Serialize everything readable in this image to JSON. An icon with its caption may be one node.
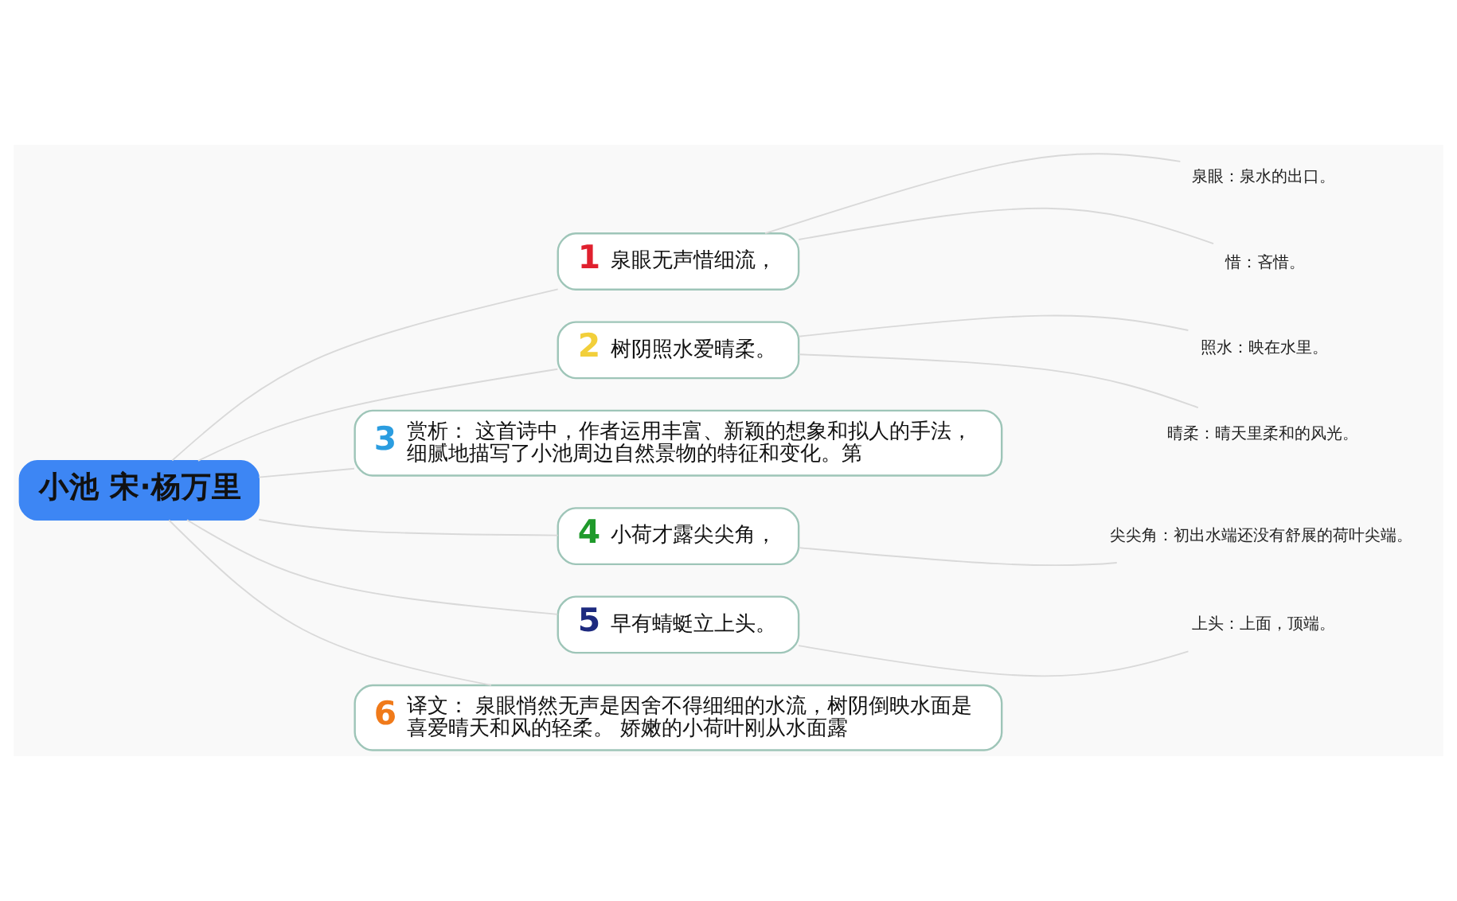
{
  "diagram": {
    "nodes": [
      {
        "text": [
          "小池 宋·杨万里"
        ]
      },
      {
        "text": [
          "1",
          "泉眼无声惜细流，"
        ]
      },
      {
        "text": [
          "泉眼：泉水的出口。"
        ]
      },
      {
        "text": [
          "惜：吝惜。"
        ]
      },
      {
        "text": [
          "2",
          "树阴照水爱晴柔。"
        ]
      },
      {
        "text": [
          "照水：映在水里。"
        ]
      },
      {
        "text": [
          "晴柔：晴天里柔和的风光。"
        ]
      },
      {
        "text": [
          "3",
          "赏析： 这首诗中，作者运用丰富、新颖的想象和拟人的手法，细腻地描写了小池周边自然景物的特征和变化。第"
        ]
      },
      {
        "text": [
          "4",
          "小荷才露尖尖角，"
        ]
      },
      {
        "text": [
          "尖尖角：初出水端还没有舒展的荷叶尖端。"
        ]
      },
      {
        "text": [
          "5",
          "早有蜻蜓立上头。"
        ]
      },
      {
        "text": [
          "上头：上面，顶端。"
        ]
      },
      {
        "text": [
          "6",
          "译文： 泉眼悄然无声是因舍不得细细的水流，树阴倒映水面是喜爱晴天和风的轻柔。 娇嫩的小荷叶刚从水面露"
        ]
      }
    ],
    "edges": [
      {
        "from": 0,
        "to": 1,
        "arrow": "none"
      },
      {
        "from": 1,
        "to": 2,
        "arrow": "none"
      },
      {
        "from": 1,
        "to": 3,
        "arrow": "none"
      },
      {
        "from": 0,
        "to": 4,
        "arrow": "none"
      },
      {
        "from": 4,
        "to": 5,
        "arrow": "none"
      },
      {
        "from": 4,
        "to": 6,
        "arrow": "none"
      },
      {
        "from": 0,
        "to": 7,
        "arrow": "none"
      },
      {
        "from": 0,
        "to": 8,
        "arrow": "none"
      },
      {
        "from": 8,
        "to": 9,
        "arrow": "none"
      },
      {
        "from": 0,
        "to": 10,
        "arrow": "none"
      },
      {
        "from": 10,
        "to": 11,
        "arrow": "none"
      },
      {
        "from": 0,
        "to": 12,
        "arrow": "none"
      }
    ]
  }
}
